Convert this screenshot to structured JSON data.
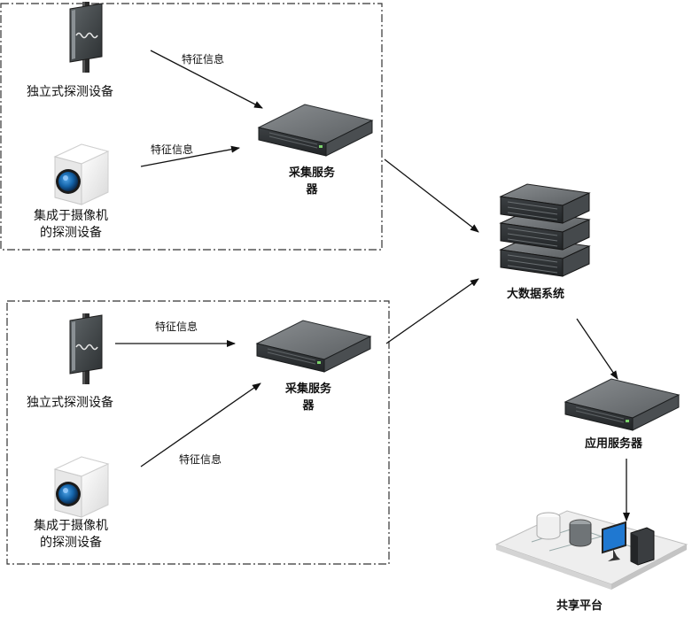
{
  "group1": {
    "standalone_label": "独立式探测设备",
    "camera_label_line1": "集成于摄像机",
    "camera_label_line2": "的探测设备",
    "edge_label_top": "特征信息",
    "edge_label_bottom": "特征信息",
    "server_label_line1": "采集服务",
    "server_label_line2": "器"
  },
  "group2": {
    "standalone_label": "独立式探测设备",
    "camera_label_line1": "集成于摄像机",
    "camera_label_line2": "的探测设备",
    "edge_label_top": "特征信息",
    "edge_label_bottom": "特征信息",
    "server_label_line1": "采集服务",
    "server_label_line2": "器"
  },
  "bigdata_label": "大数据系统",
  "app_server_label": "应用服务器",
  "shared_platform_label": "共享平台"
}
